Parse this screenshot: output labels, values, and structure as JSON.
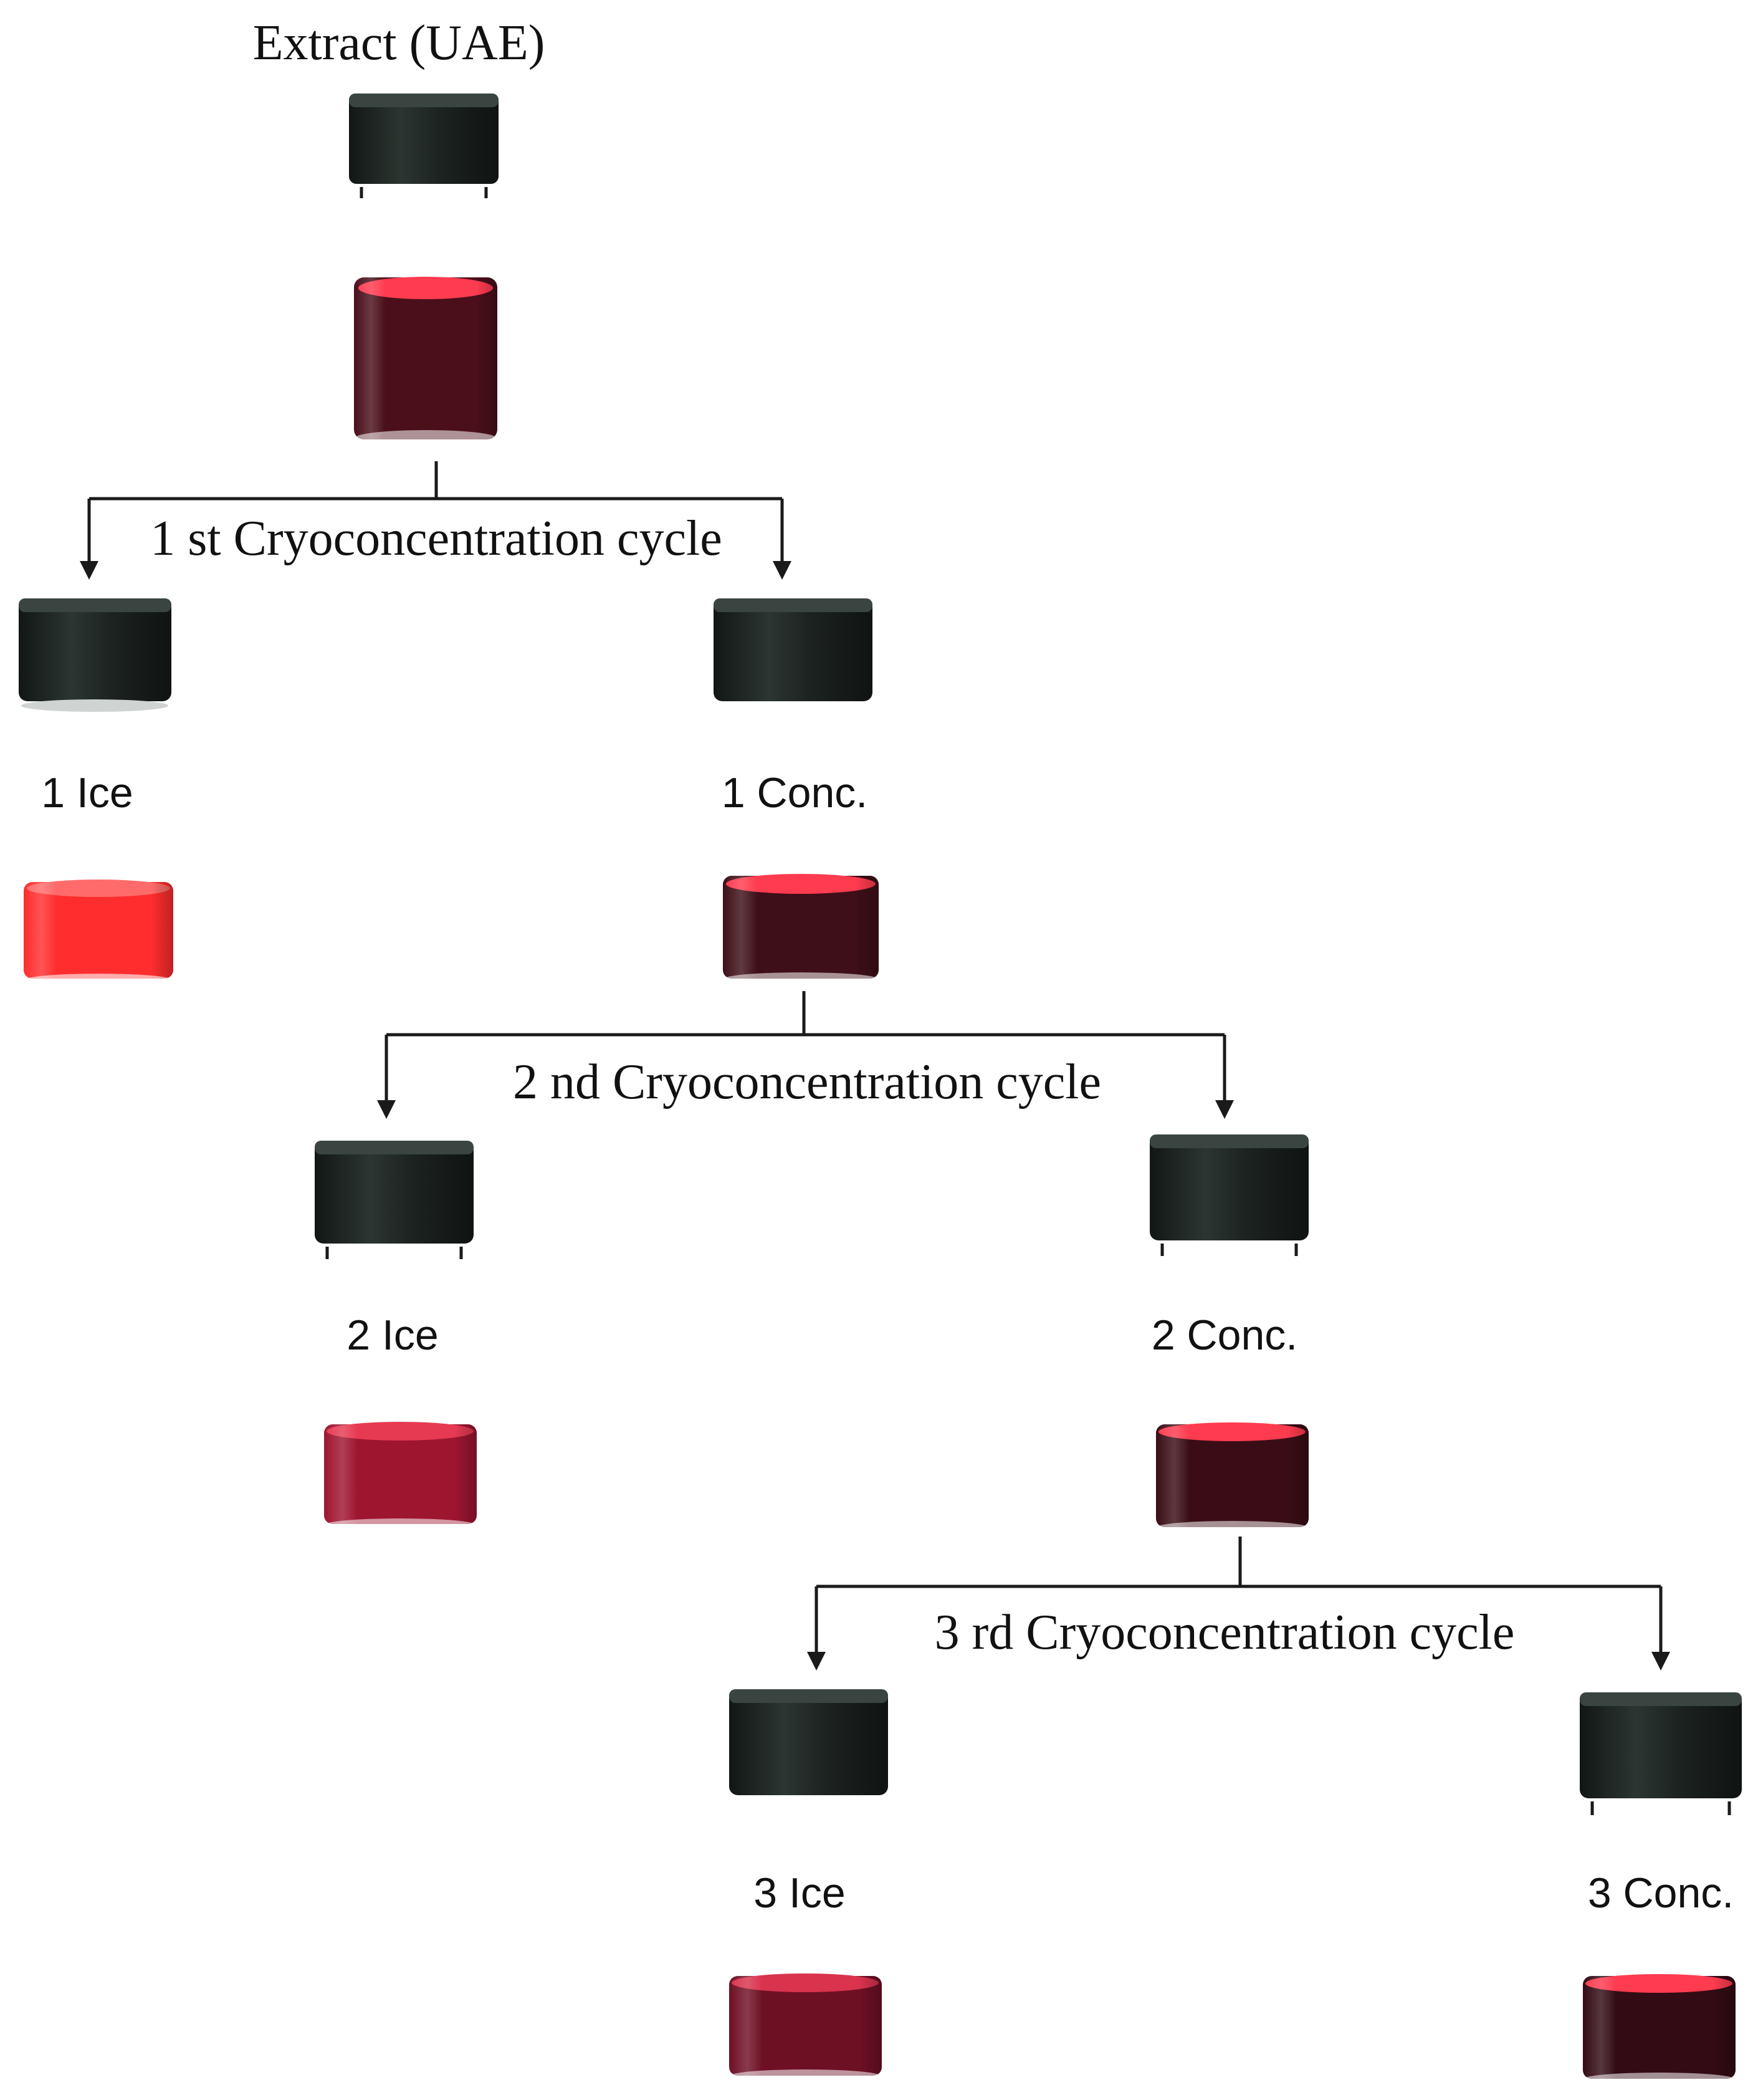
{
  "diagram": {
    "root_label": "Extract (UAE)",
    "cycles": [
      {
        "label": "1 st Cryoconcentration cycle",
        "ice_label": "1 Ice",
        "conc_label": "1 Conc."
      },
      {
        "label": "2 nd Cryoconcentration cycle",
        "ice_label": "2 Ice",
        "conc_label": "2 Conc."
      },
      {
        "label": "3 rd Cryoconcentration cycle",
        "ice_label": "3 Ice",
        "conc_label": "3 Conc."
      }
    ]
  },
  "colors": {
    "cap": "#1d2321",
    "cap_highlight": "#3a4541",
    "root_liquid": "#4a0f1a",
    "ice_1_liquid": "#ff2d2d",
    "ice_2_liquid": "#9e1530",
    "ice_3_liquid": "#6e1024",
    "conc_1_liquid": "#3e0f18",
    "conc_2_liquid": "#3a0d16",
    "conc_3_liquid": "#330b14",
    "liquid_surface": "#ff3b4f",
    "arrow": "#1a1a1a"
  }
}
